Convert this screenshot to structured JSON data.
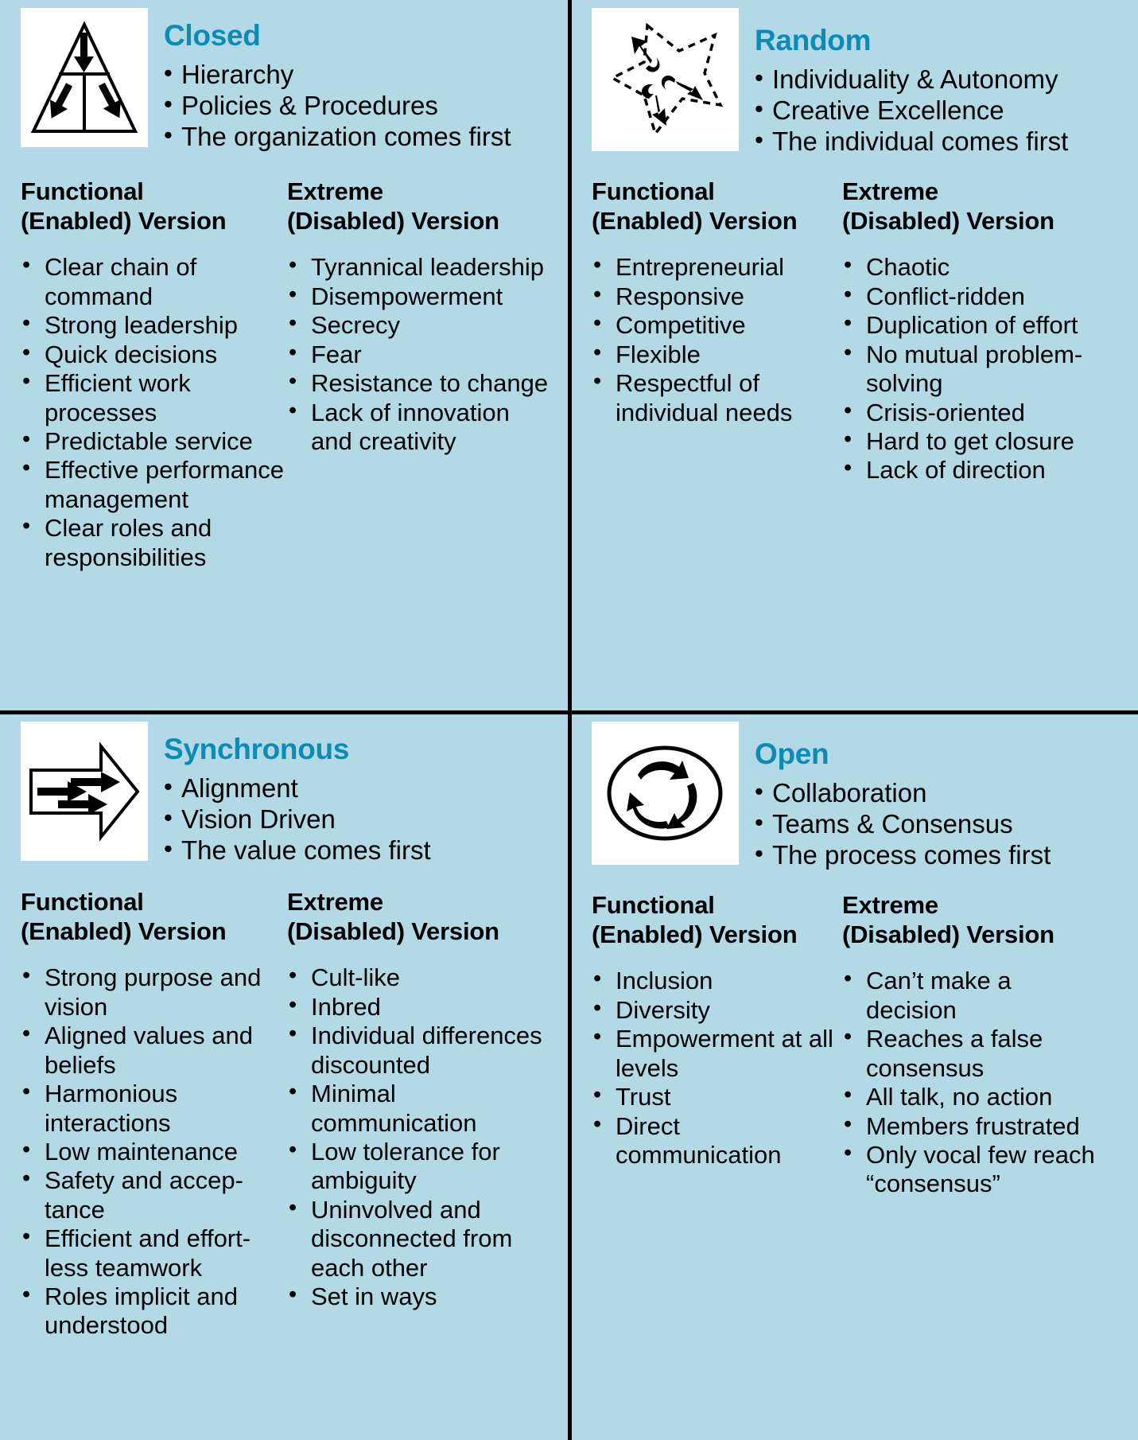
{
  "accent_color": "#0c8bb5",
  "background_color": "#b3d8e6",
  "labels": {
    "functional_head_l1": "Functional",
    "functional_head_l2": "(Enabled) Version",
    "extreme_head_l1": "Extreme",
    "extreme_head_l2": "(Disabled) Version"
  },
  "quadrants": [
    {
      "id": "closed",
      "title": "Closed",
      "icon": "hierarchy-triangle-icon",
      "tagline": [
        "Hierarchy",
        "Policies & Procedures",
        "The organization comes first"
      ],
      "functional": [
        "Clear chain of command",
        "Strong leadership",
        "Quick decisions",
        "Efficient work processes",
        "Predictable service",
        "Effective performance management",
        "Clear roles and responsibilities"
      ],
      "extreme": [
        "Tyrannical leadership",
        "Disempowerment",
        "Secrecy",
        "Fear",
        "Resistance to change",
        "Lack of innovation and creativity"
      ]
    },
    {
      "id": "random",
      "title": "Random",
      "icon": "dashed-star-arrows-icon",
      "tagline": [
        "Individuality & Autonomy",
        "Creative Excellence",
        "The individual comes first"
      ],
      "functional": [
        "Entrepreneurial",
        "Responsive",
        "Competitive",
        "Flexible",
        "Respectful of individual needs"
      ],
      "extreme": [
        "Chaotic",
        "Conflict-ridden",
        "Duplication of effort",
        "No mutual problem-solving",
        "Crisis-oriented",
        "Hard to get closure",
        "Lack of direction"
      ]
    },
    {
      "id": "synchronous",
      "title": "Synchronous",
      "icon": "big-arrow-aligned-icon",
      "tagline": [
        "Alignment",
        "Vision Driven",
        "The value comes first"
      ],
      "functional": [
        "Strong purpose and vision",
        "Aligned values and beliefs",
        "Harmonious interactions",
        "Low maintenance",
        "Safety and accep-tance",
        "Efficient and effort-less teamwork",
        "Roles implicit and understood"
      ],
      "extreme": [
        "Cult-like",
        "Inbred",
        "Individual differences discounted",
        "Minimal communication",
        "Low tolerance for ambiguity",
        "Uninvolved and disconnected from each other",
        "Set in ways"
      ]
    },
    {
      "id": "open",
      "title": "Open",
      "icon": "circular-arrows-oval-icon",
      "tagline": [
        "Collaboration",
        "Teams & Consensus",
        "The process comes first"
      ],
      "functional": [
        "Inclusion",
        "Diversity",
        "Empowerment at all levels",
        "Trust",
        "Direct communication"
      ],
      "extreme": [
        "Can’t make a decision",
        "Reaches a false consensus",
        "All talk, no action",
        "Members frustrated",
        "Only vocal few reach “consensus”"
      ]
    }
  ]
}
